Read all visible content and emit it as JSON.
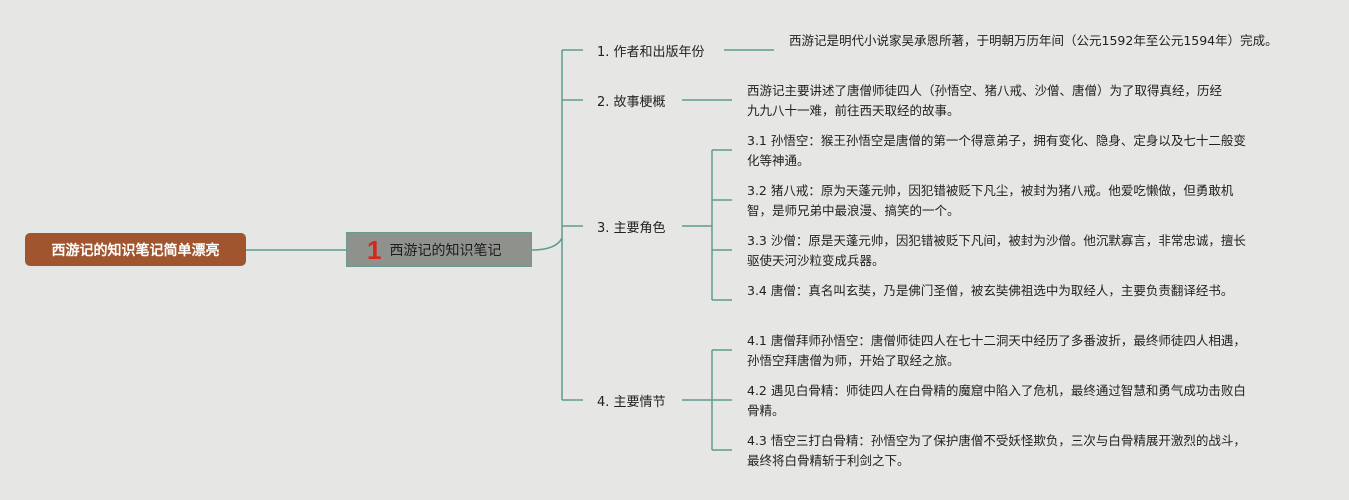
{
  "root": {
    "label": "西游记的知识笔记简单漂亮"
  },
  "hub": {
    "number": "1",
    "label": "西游记的知识笔记"
  },
  "branches": [
    {
      "label": "1. 作者和出版年份",
      "details": [
        "西游记是明代小说家吴承恩所著，于明朝万历年间（公元1592年至公元1594年）完成。"
      ]
    },
    {
      "label": "2. 故事梗概",
      "details": [
        "西游记主要讲述了唐僧师徒四人（孙悟空、猪八戒、沙僧、唐僧）为了取得真经，历经九九八十一难，前往西天取经的故事。"
      ]
    },
    {
      "label": "3. 主要角色",
      "details": [
        "3.1 孙悟空：猴王孙悟空是唐僧的第一个得意弟子，拥有变化、隐身、定身以及七十二般变化等神通。",
        "3.2 猪八戒：原为天蓬元帅，因犯错被贬下凡尘，被封为猪八戒。他爱吃懒做，但勇敢机智，是师兄弟中最浪漫、搞笑的一个。",
        "3.3 沙僧：原是天蓬元帅，因犯错被贬下凡间，被封为沙僧。他沉默寡言，非常忠诚，擅长驱使天河沙粒变成兵器。",
        "3.4 唐僧：真名叫玄奘，乃是佛门圣僧，被玄奘佛祖选中为取经人，主要负责翻译经书。"
      ]
    },
    {
      "label": "4. 主要情节",
      "details": [
        "4.1 唐僧拜师孙悟空：唐僧师徒四人在七十二洞天中经历了多番波折，最终师徒四人相遇，孙悟空拜唐僧为师，开始了取经之旅。",
        "4.2 遇见白骨精：师徒四人在白骨精的魔窟中陷入了危机，最终通过智慧和勇气成功击败白骨精。",
        "4.3 悟空三打白骨精：孙悟空为了保护唐僧不受妖怪欺负，三次与白骨精展开激烈的战斗，最终将白骨精斩于利剑之下。"
      ]
    }
  ],
  "colors": {
    "root": "#a0552f",
    "hub": "#8f918c",
    "line": "#5f9a8e",
    "hub_number": "#d9261c",
    "background": "#e6e7e4"
  }
}
